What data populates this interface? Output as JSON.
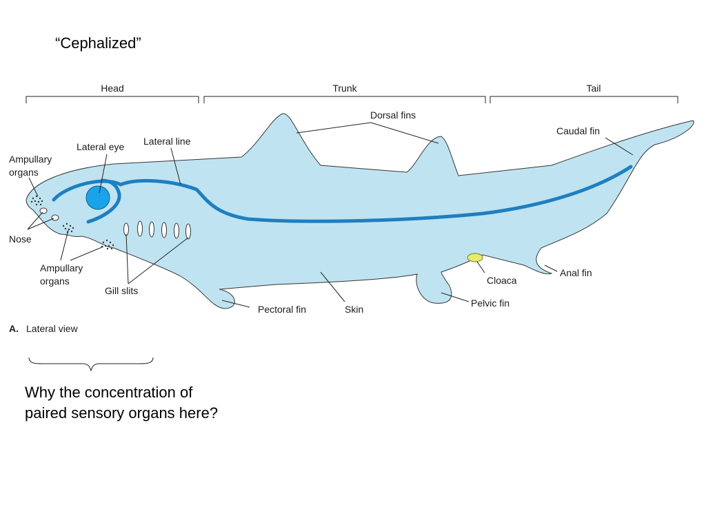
{
  "slide": {
    "title": "“Cephalized”",
    "question_lines": [
      "Why the concentration of",
      "paired sensory organs here?"
    ]
  },
  "diagram": {
    "regions": {
      "head": "Head",
      "trunk": "Trunk",
      "tail": "Tail"
    },
    "labels": {
      "dorsal_fins": "Dorsal fins",
      "caudal_fin": "Caudal fin",
      "lateral_eye": "Lateral eye",
      "lateral_line": "Lateral line",
      "ampullary_organs_top_line1": "Ampullary",
      "ampullary_organs_top_line2": "organs",
      "nose": "Nose",
      "ampullary_organs_bottom_line1": "Ampullary",
      "ampullary_organs_bottom_line2": "organs",
      "gill_slits": "Gill slits",
      "pectoral_fin": "Pectoral fin",
      "skin": "Skin",
      "cloaca": "Cloaca",
      "pelvic_fin": "Pelvic fin",
      "anal_fin": "Anal fin"
    },
    "caption": {
      "letter": "A.",
      "text": "Lateral view"
    },
    "colors": {
      "body_fill": "#bfe3f1",
      "body_outline": "#333333",
      "lateral_line": "#1e7fc0",
      "eye": "#1aa3e8",
      "cloaca": "#e8ec6a"
    }
  }
}
